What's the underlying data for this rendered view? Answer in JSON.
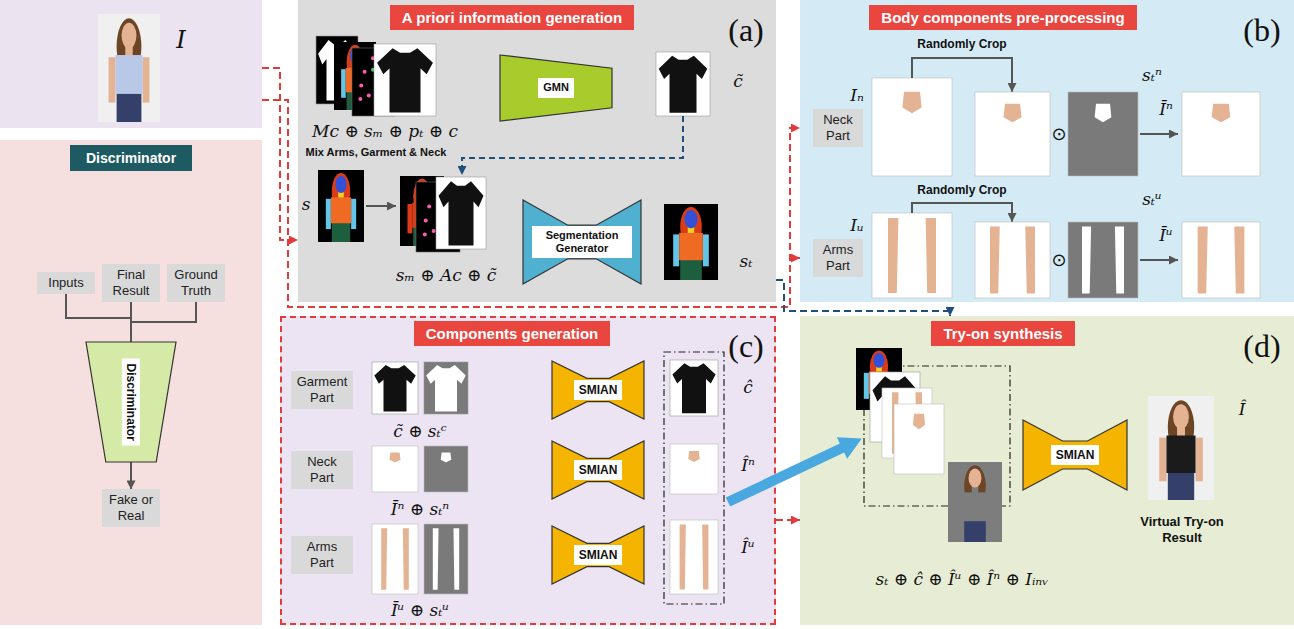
{
  "diagram": {
    "nodes": [
      {
        "text": [
          "I"
        ]
      },
      {
        "text": [
          "Discriminator"
        ]
      },
      {
        "text": [
          "Inputs"
        ],
        "in": 1
      },
      {
        "text": [
          "Final Result"
        ],
        "in": 1
      },
      {
        "text": [
          "Ground Truth"
        ],
        "in": 1
      },
      {
        "text": [
          "Discriminator"
        ],
        "in": 1
      },
      {
        "text": [
          "Fake or Real"
        ],
        "in": 1
      },
      {
        "text": [
          "A priori information generation",
          "(a)"
        ]
      },
      {
        "text": [
          "GMN"
        ],
        "in": 7
      },
      {
        "text": [
          "Segmentation Generator"
        ],
        "in": 7
      },
      {
        "text": [
          "Body components pre-processing",
          "(b)"
        ]
      },
      {
        "text": [
          "Neck Part"
        ],
        "in": 10
      },
      {
        "text": [
          "Arms Part"
        ],
        "in": 10
      },
      {
        "text": [
          "Components generation",
          "(c)"
        ]
      },
      {
        "text": [
          "Garment Part"
        ],
        "in": 13
      },
      {
        "text": [
          "Neck Part"
        ],
        "in": 13
      },
      {
        "text": [
          "Arms Part"
        ],
        "in": 13
      },
      {
        "text": [
          "SMIAN"
        ],
        "in": 13
      },
      {
        "text": [
          "SMIAN"
        ],
        "in": 13
      },
      {
        "text": [
          "SMIAN"
        ],
        "in": 13
      },
      {
        "text": [
          "Try-on synthesis",
          "(d)"
        ]
      },
      {
        "text": [
          "SMIAN"
        ],
        "in": 20
      }
    ],
    "edges": [
      {
        "from": 0,
        "to": 7,
        "arrow": "to"
      },
      {
        "from": 0,
        "to": 10,
        "arrow": "to"
      },
      {
        "from": 2,
        "to": 5,
        "arrow": "none"
      },
      {
        "from": 3,
        "to": 5,
        "arrow": "none"
      },
      {
        "from": 4,
        "to": 5,
        "arrow": "none"
      },
      {
        "from": 5,
        "to": 6,
        "arrow": "to"
      },
      {
        "from": 7,
        "to": 20,
        "arrow": "to"
      },
      {
        "from": 13,
        "to": 20,
        "arrow": "to"
      }
    ],
    "labels": [
      "Mc ⊕ sₘ ⊕ pₜ ⊕ c",
      "c̃",
      "Mix Arms, Garment & Neck",
      "s",
      "sₘ ⊕ Ac ⊕ c̃",
      "sₜ",
      "Randomly Crop",
      "Iₙ",
      "⊙",
      "sₜⁿ",
      "Īⁿ",
      "Randomly Crop",
      "Iᵤ",
      "⊙",
      "sₜᵘ",
      "Īᵘ",
      "c̃ ⊕ sₜᶜ",
      "ĉ",
      "Īⁿ ⊕ sₜⁿ",
      "Îⁿ",
      "Īᵘ ⊕ sₜᵘ",
      "Îᵘ",
      "sₜ ⊕ ĉ ⊕ Îᵘ ⊕ Îⁿ ⊕ Iᵢₙᵥ",
      "Î",
      "Virtual Try-on Result"
    ]
  }
}
